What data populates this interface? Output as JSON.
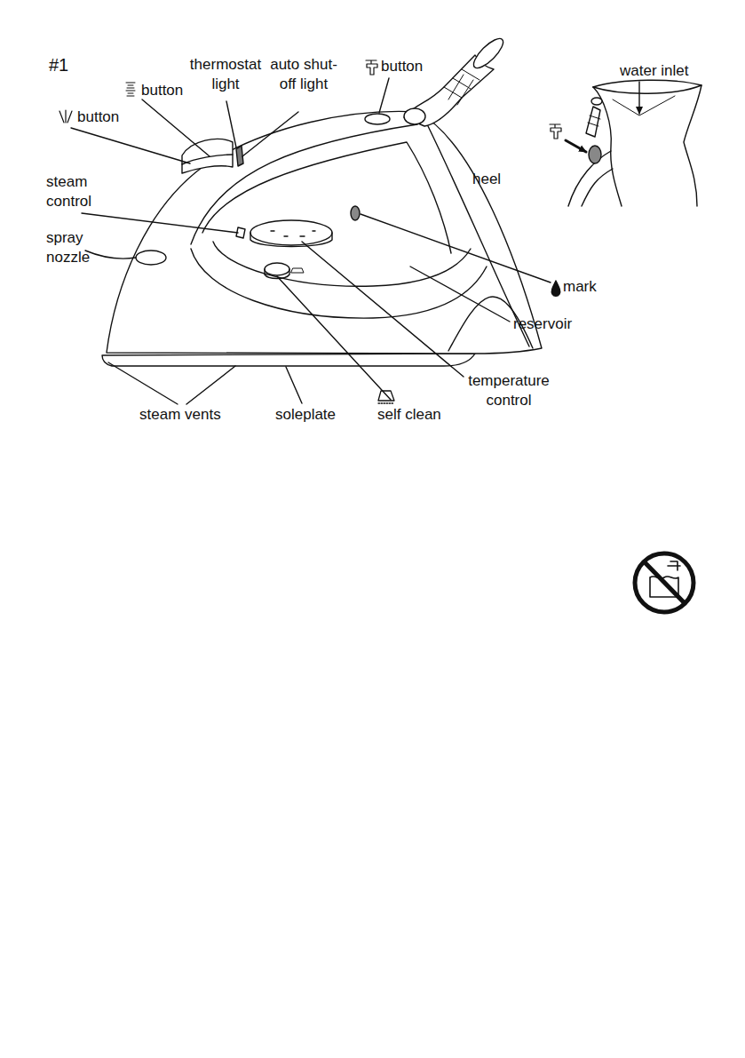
{
  "diagram": {
    "labels": [
      "#1",
      "thermostat light",
      "auto shut-off light",
      "button",
      "button",
      "button",
      "water inlet",
      "heel",
      "steam control",
      "spray nozzle",
      "mark",
      "reservoir",
      "temperature control",
      "steam vents",
      "soleplate",
      "self clean"
    ]
  }
}
